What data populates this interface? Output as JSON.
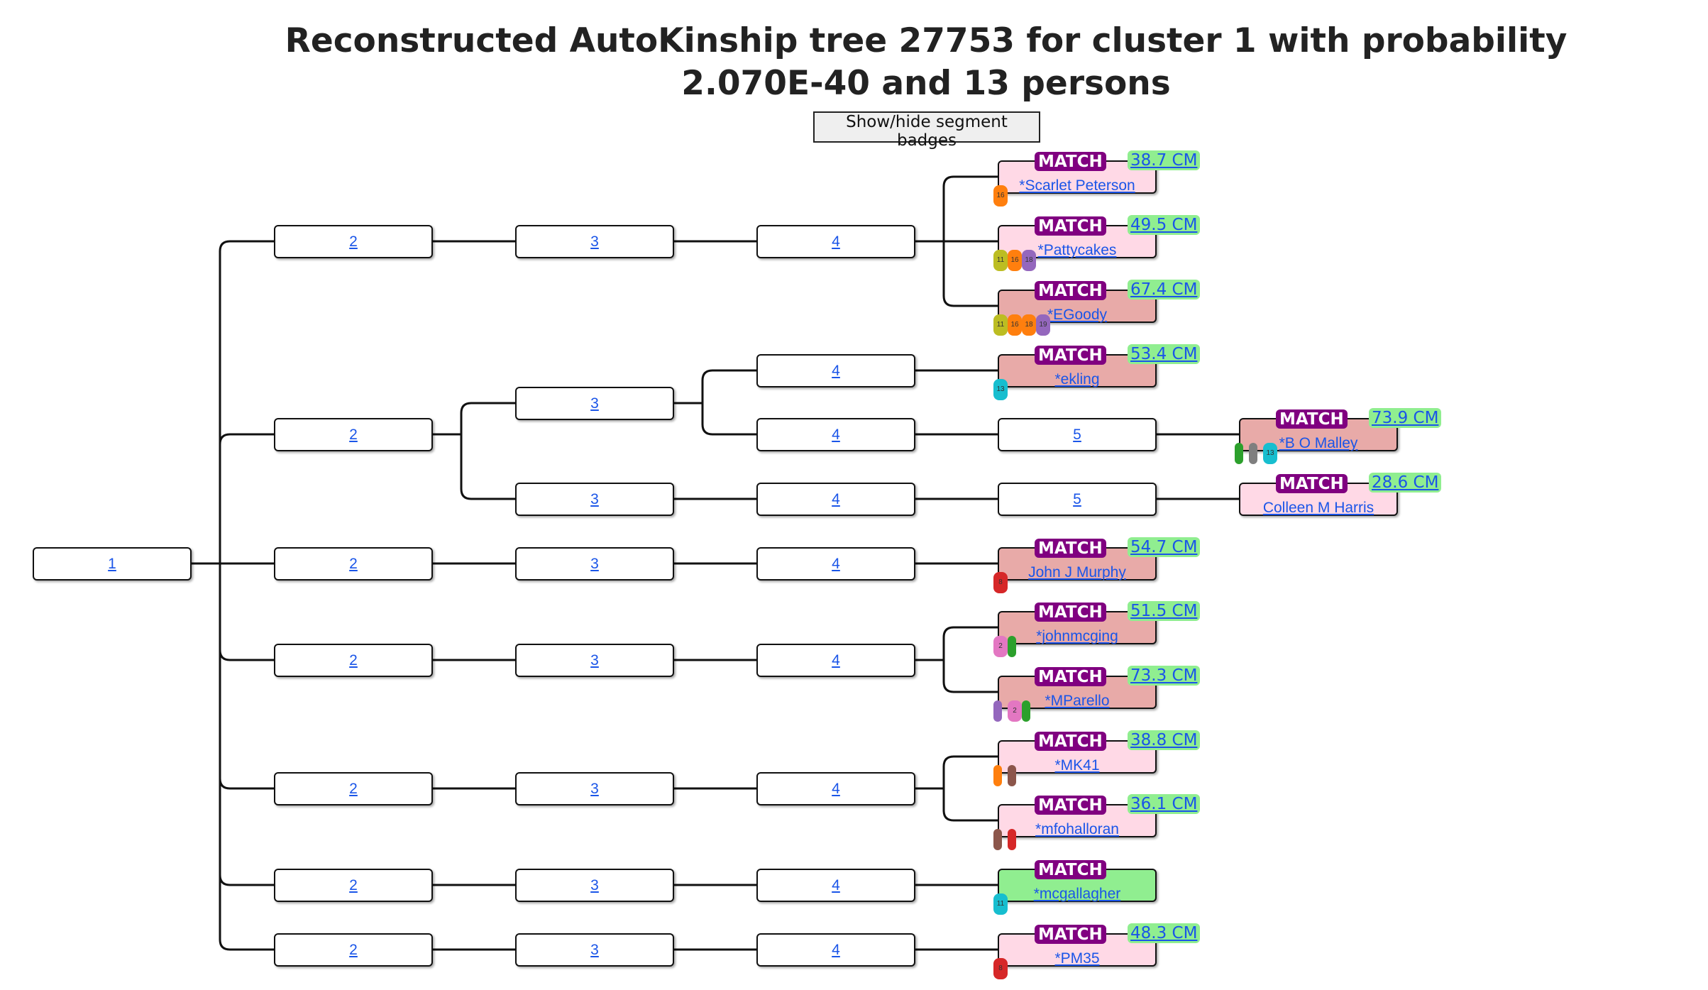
{
  "title": "Reconstructed AutoKinship tree 27753 for cluster 1 with probability 2.070E-40 and 13 persons",
  "toggle_button": "Show/hide segment badges",
  "match_badge_label": "MATCH",
  "colors": {
    "match_badge": "#800080",
    "cm_badge": "#90ee90",
    "link": "#1a55e8",
    "match_pink_light": "#ffd9e6",
    "match_pink_dark": "#e8aaa8",
    "match_green": "#90ee90"
  },
  "nodes": [
    {
      "id": "n1",
      "label": "1",
      "gen": 0,
      "row": 0
    },
    {
      "id": "a2",
      "label": "2",
      "gen": 1,
      "row": 0,
      "parent": "n1"
    },
    {
      "id": "a3",
      "label": "3",
      "gen": 2,
      "row": 0,
      "parent": "a2"
    },
    {
      "id": "a4",
      "label": "4",
      "gen": 3,
      "row": 0,
      "parent": "a3"
    },
    {
      "id": "b2",
      "label": "2",
      "gen": 1,
      "row": 1,
      "parent": "n1"
    },
    {
      "id": "b3a",
      "label": "3",
      "gen": 2,
      "row": 1,
      "parent": "b2"
    },
    {
      "id": "b4a",
      "label": "4",
      "gen": 3,
      "row": 1,
      "parent": "b3a"
    },
    {
      "id": "b4b",
      "label": "4",
      "gen": 3,
      "row": 2,
      "parent": "b3a"
    },
    {
      "id": "b5a",
      "label": "5",
      "gen": 4,
      "row": 2,
      "parent": "b4b"
    },
    {
      "id": "b3b",
      "label": "3",
      "gen": 2,
      "row": 3,
      "parent": "b2"
    },
    {
      "id": "b4c",
      "label": "4",
      "gen": 3,
      "row": 3,
      "parent": "b3b"
    },
    {
      "id": "b5b",
      "label": "5",
      "gen": 4,
      "row": 3,
      "parent": "b4c"
    },
    {
      "id": "c2",
      "label": "2",
      "gen": 1,
      "row": 4,
      "parent": "n1"
    },
    {
      "id": "c3",
      "label": "3",
      "gen": 2,
      "row": 4,
      "parent": "c2"
    },
    {
      "id": "c4",
      "label": "4",
      "gen": 3,
      "row": 4,
      "parent": "c3"
    },
    {
      "id": "d2",
      "label": "2",
      "gen": 1,
      "row": 5,
      "parent": "n1"
    },
    {
      "id": "d3",
      "label": "3",
      "gen": 2,
      "row": 5,
      "parent": "d2"
    },
    {
      "id": "d4",
      "label": "4",
      "gen": 3,
      "row": 5,
      "parent": "d3"
    },
    {
      "id": "e2",
      "label": "2",
      "gen": 1,
      "row": 6,
      "parent": "n1"
    },
    {
      "id": "e3",
      "label": "3",
      "gen": 2,
      "row": 6,
      "parent": "e2"
    },
    {
      "id": "e4",
      "label": "4",
      "gen": 3,
      "row": 6,
      "parent": "e3"
    },
    {
      "id": "f2",
      "label": "2",
      "gen": 1,
      "row": 7,
      "parent": "n1"
    },
    {
      "id": "f3",
      "label": "3",
      "gen": 2,
      "row": 7,
      "parent": "f2"
    },
    {
      "id": "f4",
      "label": "4",
      "gen": 3,
      "row": 7,
      "parent": "f3"
    },
    {
      "id": "g2",
      "label": "2",
      "gen": 1,
      "row": 8,
      "parent": "n1"
    },
    {
      "id": "g3",
      "label": "3",
      "gen": 2,
      "row": 8,
      "parent": "g2"
    },
    {
      "id": "g4",
      "label": "4",
      "gen": 3,
      "row": 8,
      "parent": "g3"
    }
  ],
  "matches": [
    {
      "name": "*Scarlet Peterson",
      "cm": "38.7 CM",
      "parent": "a4",
      "gen": 4,
      "slot": 0,
      "fill": "#ffd9e6",
      "segments": [
        {
          "color": "#ff7f0e",
          "text": "16"
        }
      ]
    },
    {
      "name": "*Pattycakes",
      "cm": "49.5 CM",
      "parent": "a4",
      "gen": 4,
      "slot": 1,
      "fill": "#ffd9e6",
      "segments": [
        {
          "color": "#bcbd22",
          "text": "11"
        },
        {
          "color": "#ff7f0e",
          "text": "16"
        },
        {
          "color": "#9467bd",
          "text": "18"
        }
      ]
    },
    {
      "name": "*EGoody",
      "cm": "67.4 CM",
      "parent": "a4",
      "gen": 4,
      "slot": 2,
      "fill": "#e8aaa8",
      "segments": [
        {
          "color": "#bcbd22",
          "text": "11"
        },
        {
          "color": "#ff7f0e",
          "text": "16"
        },
        {
          "color": "#ff7f0e",
          "text": "18"
        },
        {
          "color": "#9467bd",
          "text": "19"
        }
      ]
    },
    {
      "name": "*ekling",
      "cm": "53.4 CM",
      "parent": "b4a",
      "gen": 4,
      "slot": 3,
      "fill": "#e8aaa8",
      "segments": [
        {
          "color": "#17becf",
          "text": "13"
        }
      ]
    },
    {
      "name": "*B O Malley",
      "cm": "73.9 CM",
      "parent": "b5a",
      "gen": 5,
      "slot": 4,
      "fill": "#e8aaa8",
      "segments": [
        {
          "color": "#2ca02c",
          "text": ""
        },
        {
          "color": "#7f7f7f",
          "text": ""
        },
        {
          "color": "#17becf",
          "text": "13"
        }
      ]
    },
    {
      "name": "Colleen M Harris",
      "cm": "28.6 CM",
      "parent": "b5b",
      "gen": 5,
      "slot": 5,
      "fill": "#ffd9e6",
      "segments": []
    },
    {
      "name": "John J Murphy",
      "cm": "54.7 CM",
      "parent": "c4",
      "gen": 4,
      "slot": 6,
      "fill": "#e8aaa8",
      "segments": [
        {
          "color": "#d62728",
          "text": "8"
        }
      ]
    },
    {
      "name": "*johnmcging",
      "cm": "51.5 CM",
      "parent": "d4",
      "gen": 4,
      "slot": 7,
      "fill": "#e8aaa8",
      "segments": [
        {
          "color": "#e377c2",
          "text": "2"
        },
        {
          "color": "#2ca02c",
          "text": ""
        }
      ]
    },
    {
      "name": "*MParello",
      "cm": "73.3 CM",
      "parent": "d4",
      "gen": 4,
      "slot": 8,
      "fill": "#e8aaa8",
      "segments": [
        {
          "color": "#9467bd",
          "text": ""
        },
        {
          "color": "#e377c2",
          "text": "2"
        },
        {
          "color": "#2ca02c",
          "text": ""
        }
      ]
    },
    {
      "name": "*MK41",
      "cm": "38.8 CM",
      "parent": "e4",
      "gen": 4,
      "slot": 9,
      "fill": "#ffd9e6",
      "segments": [
        {
          "color": "#ff7f0e",
          "text": ""
        },
        {
          "color": "#8c564b",
          "text": ""
        }
      ]
    },
    {
      "name": "*mfohalloran",
      "cm": "36.1 CM",
      "parent": "e4",
      "gen": 4,
      "slot": 10,
      "fill": "#ffd9e6",
      "segments": [
        {
          "color": "#8c564b",
          "text": ""
        },
        {
          "color": "#d62728",
          "text": ""
        }
      ]
    },
    {
      "name": "*mcgallagher",
      "cm": "",
      "parent": "f4",
      "gen": 4,
      "slot": 11,
      "fill": "#90ee90",
      "segments": [
        {
          "color": "#17becf",
          "text": "11"
        }
      ]
    },
    {
      "name": "*PM35",
      "cm": "48.3 CM",
      "parent": "g4",
      "gen": 4,
      "slot": 12,
      "fill": "#ffd9e6",
      "segments": [
        {
          "color": "#d62728",
          "text": "8"
        }
      ]
    }
  ]
}
